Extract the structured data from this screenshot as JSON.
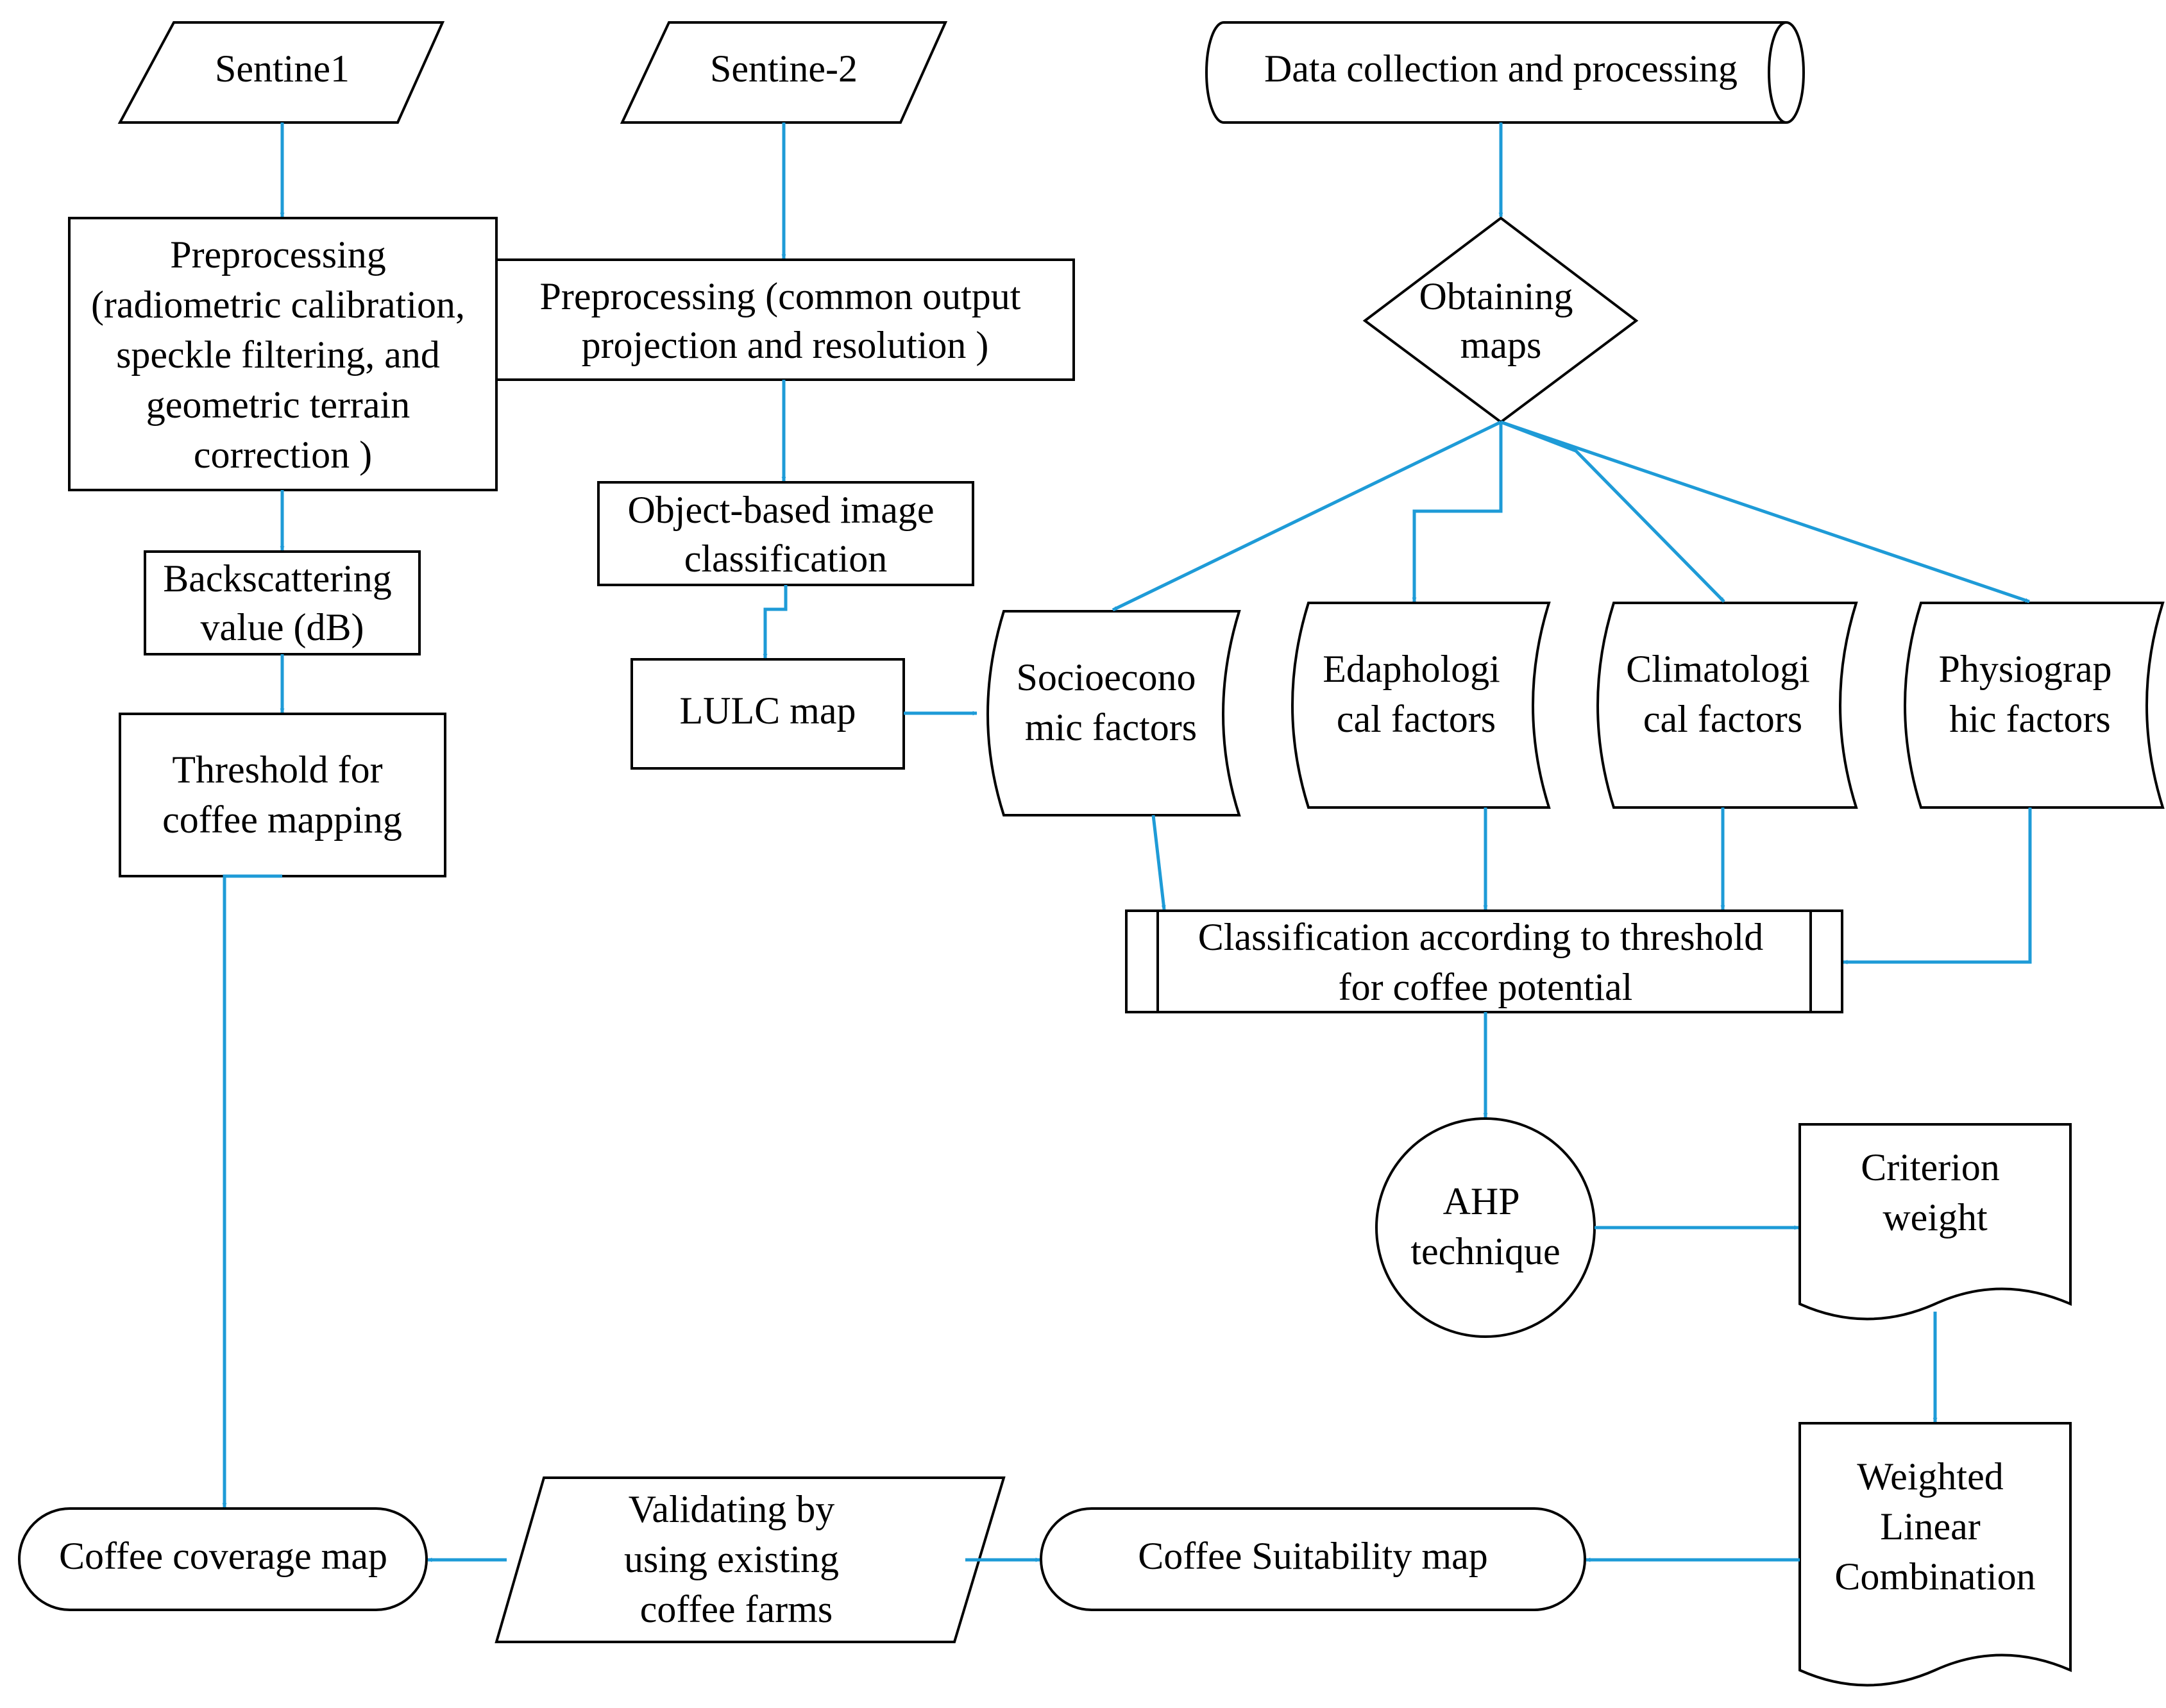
{
  "colors": {
    "connector": "#1e9bd7",
    "outline": "#000000",
    "background": "#ffffff"
  },
  "nodes": {
    "sentinel1": "Sentine1",
    "sentinel2": "Sentine-2",
    "data_collection": "Data collection and processing",
    "preprocessing_s1": [
      "Preprocessing",
      "(radiometric calibration,",
      "speckle filtering, and",
      "geometric terrain",
      "correction )"
    ],
    "preprocessing_s2": [
      "Preprocessing (common output",
      "projection and resolution )"
    ],
    "obtaining_maps": [
      "Obtaining",
      "maps"
    ],
    "backscattering": [
      "Backscattering",
      "value  (dB)"
    ],
    "object_based": [
      "Object-based image",
      "classification"
    ],
    "lulc_map": "LULC map",
    "threshold": [
      "Threshold for",
      "coffee mapping"
    ],
    "socioeconomic": [
      "Socioecono",
      "mic factors"
    ],
    "edaphological": [
      "Edaphologi",
      "cal factors"
    ],
    "climatological": [
      "Climatologi",
      "cal factors"
    ],
    "physiographic": [
      "Physiograp",
      "hic factors"
    ],
    "classification": [
      "Classification according to threshold",
      "for coffee potential"
    ],
    "ahp": [
      "AHP",
      "technique"
    ],
    "criterion_weight": [
      "Criterion",
      "weight"
    ],
    "wlc": [
      "Weighted",
      "Linear",
      "Combination"
    ],
    "coffee_coverage": "Coffee coverage map",
    "validating": [
      "Validating by",
      "using existing",
      "coffee farms"
    ],
    "coffee_suitability": "Coffee Suitability map"
  }
}
